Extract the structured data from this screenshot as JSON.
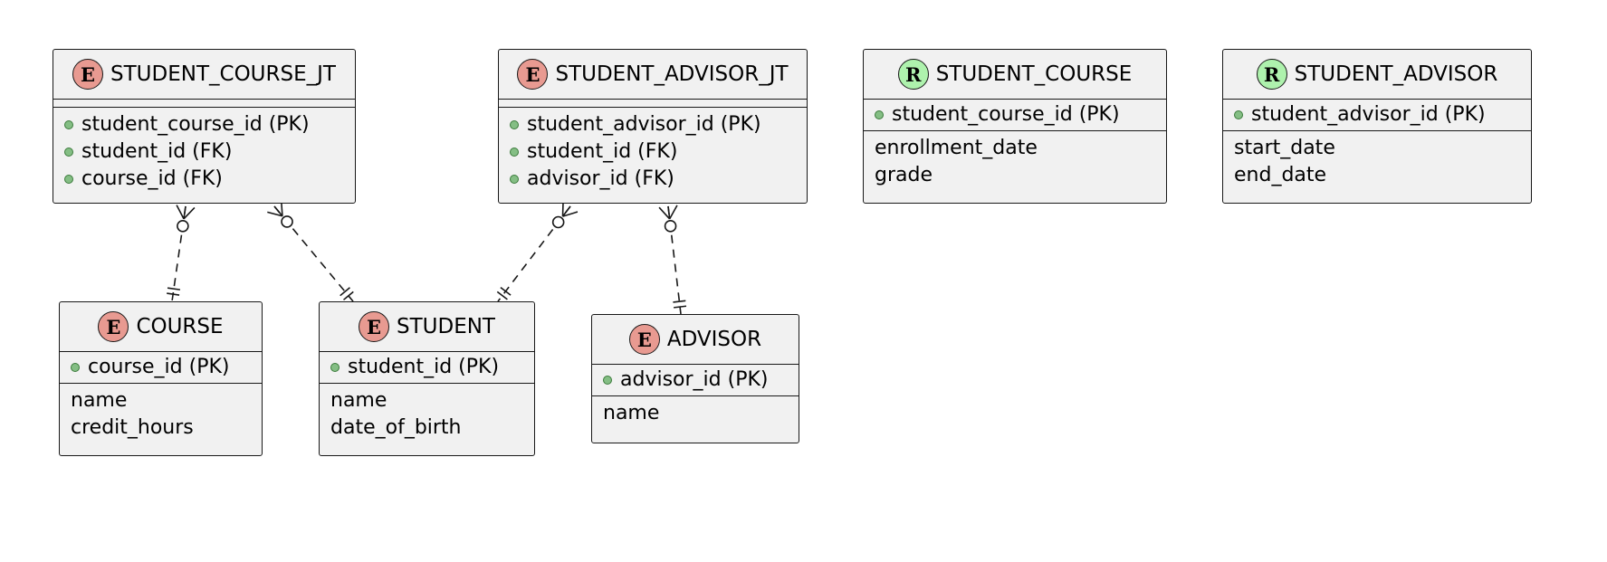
{
  "entities": {
    "student_course_jt": {
      "kind_letter": "E",
      "name": "STUDENT_COURSE_JT",
      "keys": [
        "student_course_id (PK)",
        "student_id (FK)",
        "course_id (FK)"
      ],
      "attributes": []
    },
    "student_advisor_jt": {
      "kind_letter": "E",
      "name": "STUDENT_ADVISOR_JT",
      "keys": [
        "student_advisor_id (PK)",
        "student_id (FK)",
        "advisor_id (FK)"
      ],
      "attributes": []
    },
    "student_course": {
      "kind_letter": "R",
      "name": "STUDENT_COURSE",
      "keys": [
        "student_course_id (PK)"
      ],
      "attributes": [
        "enrollment_date",
        "grade"
      ]
    },
    "student_advisor": {
      "kind_letter": "R",
      "name": "STUDENT_ADVISOR",
      "keys": [
        "student_advisor_id (PK)"
      ],
      "attributes": [
        "start_date",
        "end_date"
      ]
    },
    "course": {
      "kind_letter": "E",
      "name": "COURSE",
      "keys": [
        "course_id (PK)"
      ],
      "attributes": [
        "name",
        "credit_hours"
      ]
    },
    "student": {
      "kind_letter": "E",
      "name": "STUDENT",
      "keys": [
        "student_id (PK)"
      ],
      "attributes": [
        "name",
        "date_of_birth"
      ]
    },
    "advisor": {
      "kind_letter": "E",
      "name": "ADVISOR",
      "keys": [
        "advisor_id (PK)"
      ],
      "attributes": [
        "name"
      ]
    }
  },
  "relationships": [
    {
      "from": "student_course_jt",
      "to": "course",
      "from_cardinality": "zero-or-many",
      "to_cardinality": "exactly-one"
    },
    {
      "from": "student_course_jt",
      "to": "student",
      "from_cardinality": "zero-or-many",
      "to_cardinality": "exactly-one"
    },
    {
      "from": "student_advisor_jt",
      "to": "student",
      "from_cardinality": "zero-or-many",
      "to_cardinality": "exactly-one"
    },
    {
      "from": "student_advisor_jt",
      "to": "advisor",
      "from_cardinality": "zero-or-many",
      "to_cardinality": "exactly-one"
    }
  ],
  "colors": {
    "entity_badge": "#e89a91",
    "relation_badge": "#aef2ad",
    "box_fill": "#f1f1f1",
    "key_dot": "#84be84",
    "line": "#181818"
  }
}
